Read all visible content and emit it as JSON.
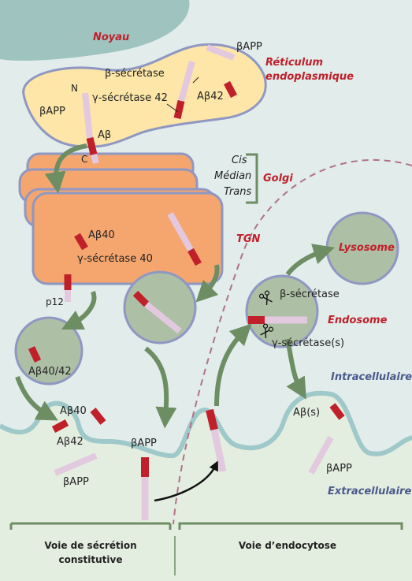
{
  "labels": {
    "noyau": "Noyau",
    "reticulum": "Réticulum",
    "endoplasmique": "endoplasmique",
    "beta_secretase_er": "β-sécrétase",
    "gamma_secretase_42": "γ-sécrétase 42",
    "app_er_top": "βAPP",
    "ab42_er": "Aβ42",
    "n_term": "N",
    "app_er_left": "βAPP",
    "ab_er": "Aβ",
    "c_term": "C",
    "cis": "Cis",
    "median": "Médian",
    "trans": "Trans",
    "golgi": "Golgi",
    "ab40_golgi": "Aβ40",
    "gamma_secretase_40": "γ-sécrétase 40",
    "tgn": "TGN",
    "p12": "p12",
    "lysosome": "Lysosome",
    "beta_secretase_endo": "β-sécrétase",
    "endosome": "Endosome",
    "gamma_secretases": "γ-sécrétase(s)",
    "vesicle_label": "Aβ40/42",
    "intracellulaire": "Intracellulaire",
    "ab40_pocket": "Aβ40",
    "ab42_pocket": "Aβ42",
    "app_outside_left": "βAPP",
    "app_membrane": "βAPP",
    "ab_s": "Aβ(s)",
    "app_outside_right": "βAPP",
    "extracellulaire": "Extracellulaire",
    "voie_secretion_1": "Voie de sécrétion",
    "voie_secretion_2": "constitutive",
    "voie_endocytose": "Voie d’endocytose"
  },
  "colors": {
    "background": "#e4eee0",
    "nucleus": "#9fc3bf",
    "cytoplasm": "#e1eceb",
    "er_fill": "#fde6a8",
    "organelle_outline": "#8f97c3",
    "golgi_fill": "#f5a66f",
    "vesicle_fill": "#adbfa5",
    "app_segment": "#e3c9df",
    "abeta_segment": "#c0202a",
    "arrow": "#6d8d63",
    "membrane": "#9ec8c9",
    "dashed_line": "#b2708a"
  },
  "icons": [
    "scissors-icon",
    "scissors-icon"
  ]
}
